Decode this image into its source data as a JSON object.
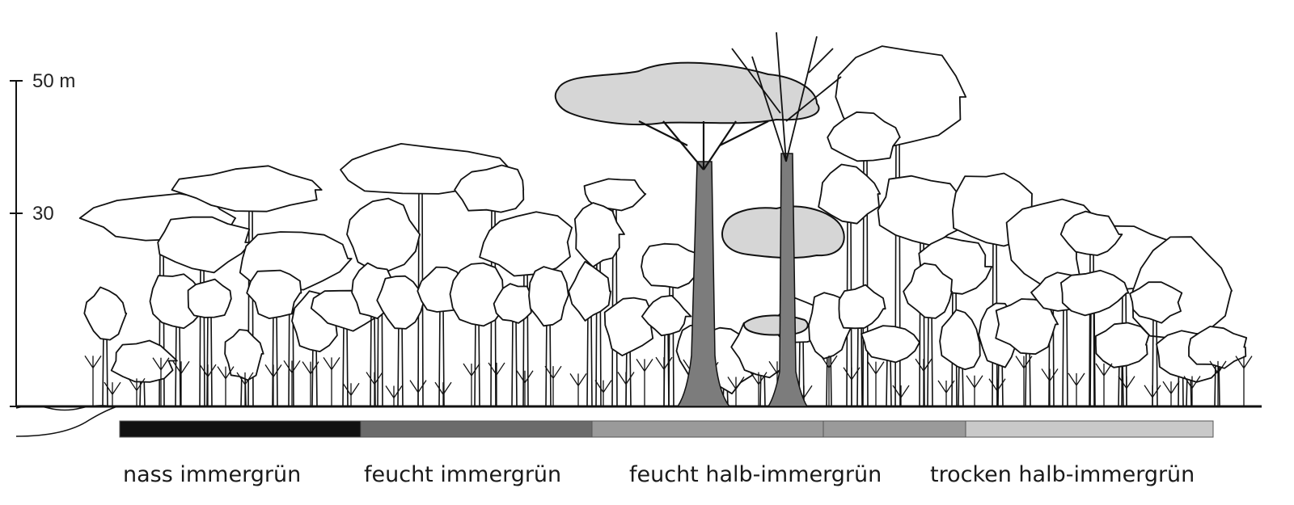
{
  "scale": {
    "ticks": [
      {
        "label": "50 m",
        "height_m": 50
      },
      {
        "label": "30",
        "height_m": 30
      }
    ]
  },
  "zones": [
    {
      "label": "nass immergrün",
      "color": "#111111"
    },
    {
      "label": "feucht immergrün",
      "color": "#6b6b6b"
    },
    {
      "label": "feucht halb-immergrün",
      "color": "#9a9a9a"
    },
    {
      "label": "trocken halb-immergrün",
      "color": "#c9c9c9"
    }
  ],
  "colors": {
    "emergent_crown": "#d6d6d6",
    "emergent_trunk": "#7c7c7c",
    "outline": "#111111"
  }
}
